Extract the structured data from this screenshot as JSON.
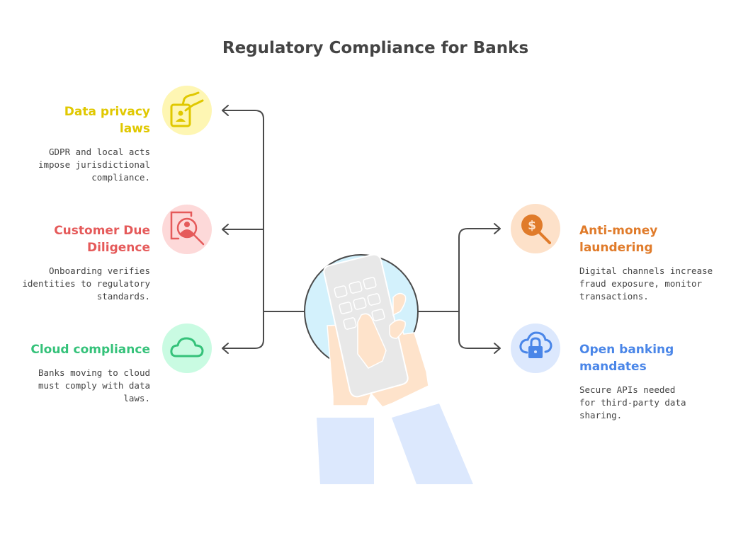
{
  "title": "Regulatory Compliance for Banks",
  "items": [
    {
      "title_lines": [
        "Data privacy",
        "laws"
      ],
      "desc_lines": [
        "GDPR and local acts",
        "impose jurisdictional",
        "compliance."
      ],
      "icon": "id-card-hand-icon",
      "color": "#e0c800",
      "bg": "#fef6b3"
    },
    {
      "title_lines": [
        "Customer Due",
        "Diligence"
      ],
      "desc_lines": [
        "Onboarding verifies",
        "identities to regulatory",
        "standards."
      ],
      "icon": "user-search-icon",
      "color": "#e55a5a",
      "bg": "#fdd9d9"
    },
    {
      "title_lines": [
        "Cloud compliance"
      ],
      "desc_lines": [
        "Banks moving to cloud",
        "must comply with data",
        "laws."
      ],
      "icon": "cloud-icon",
      "color": "#35c27a",
      "bg": "#c9fbe2"
    },
    {
      "title_lines": [
        "Anti-money",
        "laundering"
      ],
      "desc_lines": [
        "Digital channels increase",
        "fraud exposure, monitor",
        "transactions."
      ],
      "icon": "dollar-search-icon",
      "color": "#e07b2a",
      "bg": "#fde1c9"
    },
    {
      "title_lines": [
        "Open banking",
        "mandates"
      ],
      "desc_lines": [
        "Secure APIs needed",
        "for third-party data",
        "sharing."
      ],
      "icon": "cloud-lock-icon",
      "color": "#4a86e8",
      "bg": "#dce8fd"
    }
  ]
}
